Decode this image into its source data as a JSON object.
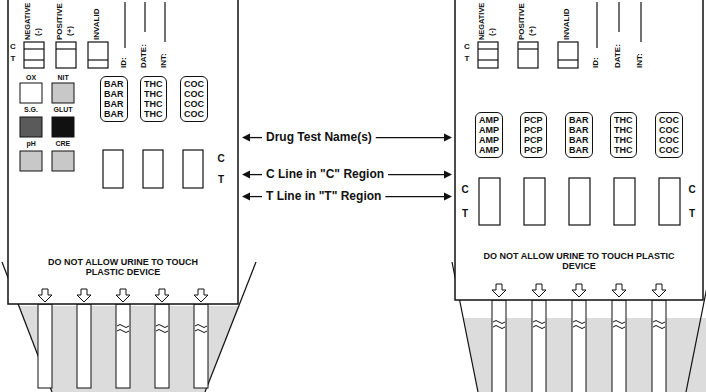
{
  "diagram": {
    "nodes": [
      {
        "text": [
          "BAR BAR BAR BAR"
        ]
      },
      {
        "text": [
          "THC THC THC THC"
        ]
      },
      {
        "text": [
          "COC COC COC COC"
        ]
      },
      {
        "text": [
          "AMP AMP AMP AMP"
        ]
      },
      {
        "text": [
          "PCP PCP PCP PCP"
        ]
      },
      {
        "text": [
          "BAR BAR BAR BAR"
        ]
      },
      {
        "text": [
          "THC THC THC THC"
        ]
      },
      {
        "text": [
          "COC COC COC COC"
        ]
      }
    ],
    "labels": [
      "NEGATIVE",
      "(-)",
      "POSITIVE",
      "(+)",
      "INVALID",
      "C",
      "T",
      "ID:",
      "DATE:",
      "INT:",
      "OX",
      "NIT",
      "S.G.",
      "GLUT",
      "pH",
      "CRE",
      "C",
      "T",
      "DO NOT ALLOW URINE TO TOUCH PLASTIC DEVICE",
      "Drug Test Name(s)",
      "C Line in \"C\" Region",
      "T Line in \"T\" Region",
      "NEGATIVE",
      "(-)",
      "POSITIVE",
      "(+)",
      "INVALID",
      "C",
      "T",
      "ID:",
      "DATE:",
      "INT:",
      "C",
      "T",
      "C",
      "T",
      "DO NOT ALLOW URINE TO TOUCH PLASTIC DEVICE"
    ]
  }
}
